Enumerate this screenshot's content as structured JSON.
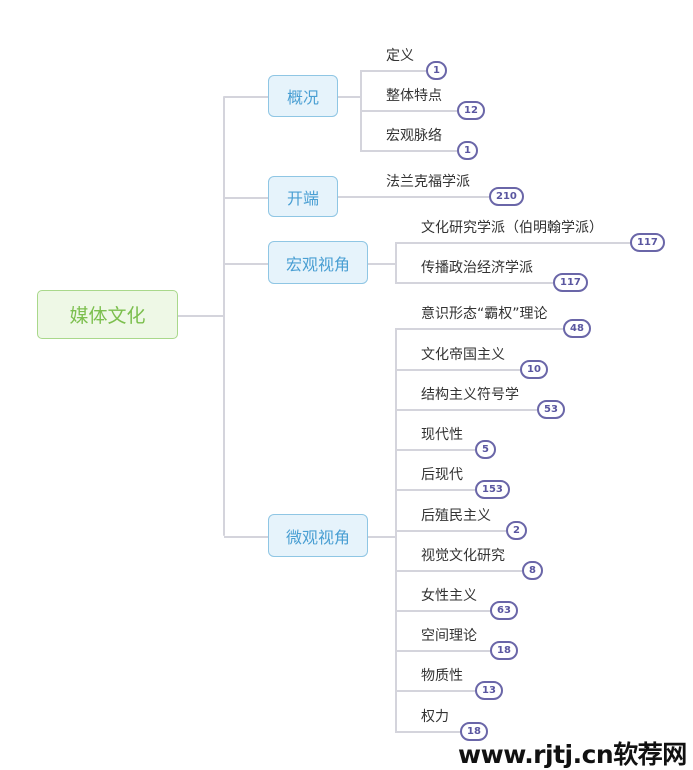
{
  "root": "媒体文化",
  "branches": [
    {
      "label": "概况",
      "children": [
        {
          "label": "定义",
          "count": "1"
        },
        {
          "label": "整体特点",
          "count": "12"
        },
        {
          "label": "宏观脉络",
          "count": "1"
        }
      ]
    },
    {
      "label": "开端",
      "children": [
        {
          "label": "法兰克福学派",
          "count": "210"
        }
      ]
    },
    {
      "label": "宏观视角",
      "children": [
        {
          "label": "文化研究学派（伯明翰学派）",
          "count": "117"
        },
        {
          "label": "传播政治经济学派",
          "count": "117"
        }
      ]
    },
    {
      "label": "微观视角",
      "children": [
        {
          "label": "意识形态“霸权”理论",
          "count": "48"
        },
        {
          "label": "文化帝国主义",
          "count": "10"
        },
        {
          "label": "结构主义符号学",
          "count": "53"
        },
        {
          "label": "现代性",
          "count": "5"
        },
        {
          "label": "后现代",
          "count": "153"
        },
        {
          "label": "后殖民主义",
          "count": "2"
        },
        {
          "label": "视觉文化研究",
          "count": "8"
        },
        {
          "label": "女性主义",
          "count": "63"
        },
        {
          "label": "空间理论",
          "count": "18"
        },
        {
          "label": "物质性",
          "count": "13"
        },
        {
          "label": "权力",
          "count": "18"
        }
      ]
    }
  ],
  "watermark": "www.rjtj.cn软荐网"
}
